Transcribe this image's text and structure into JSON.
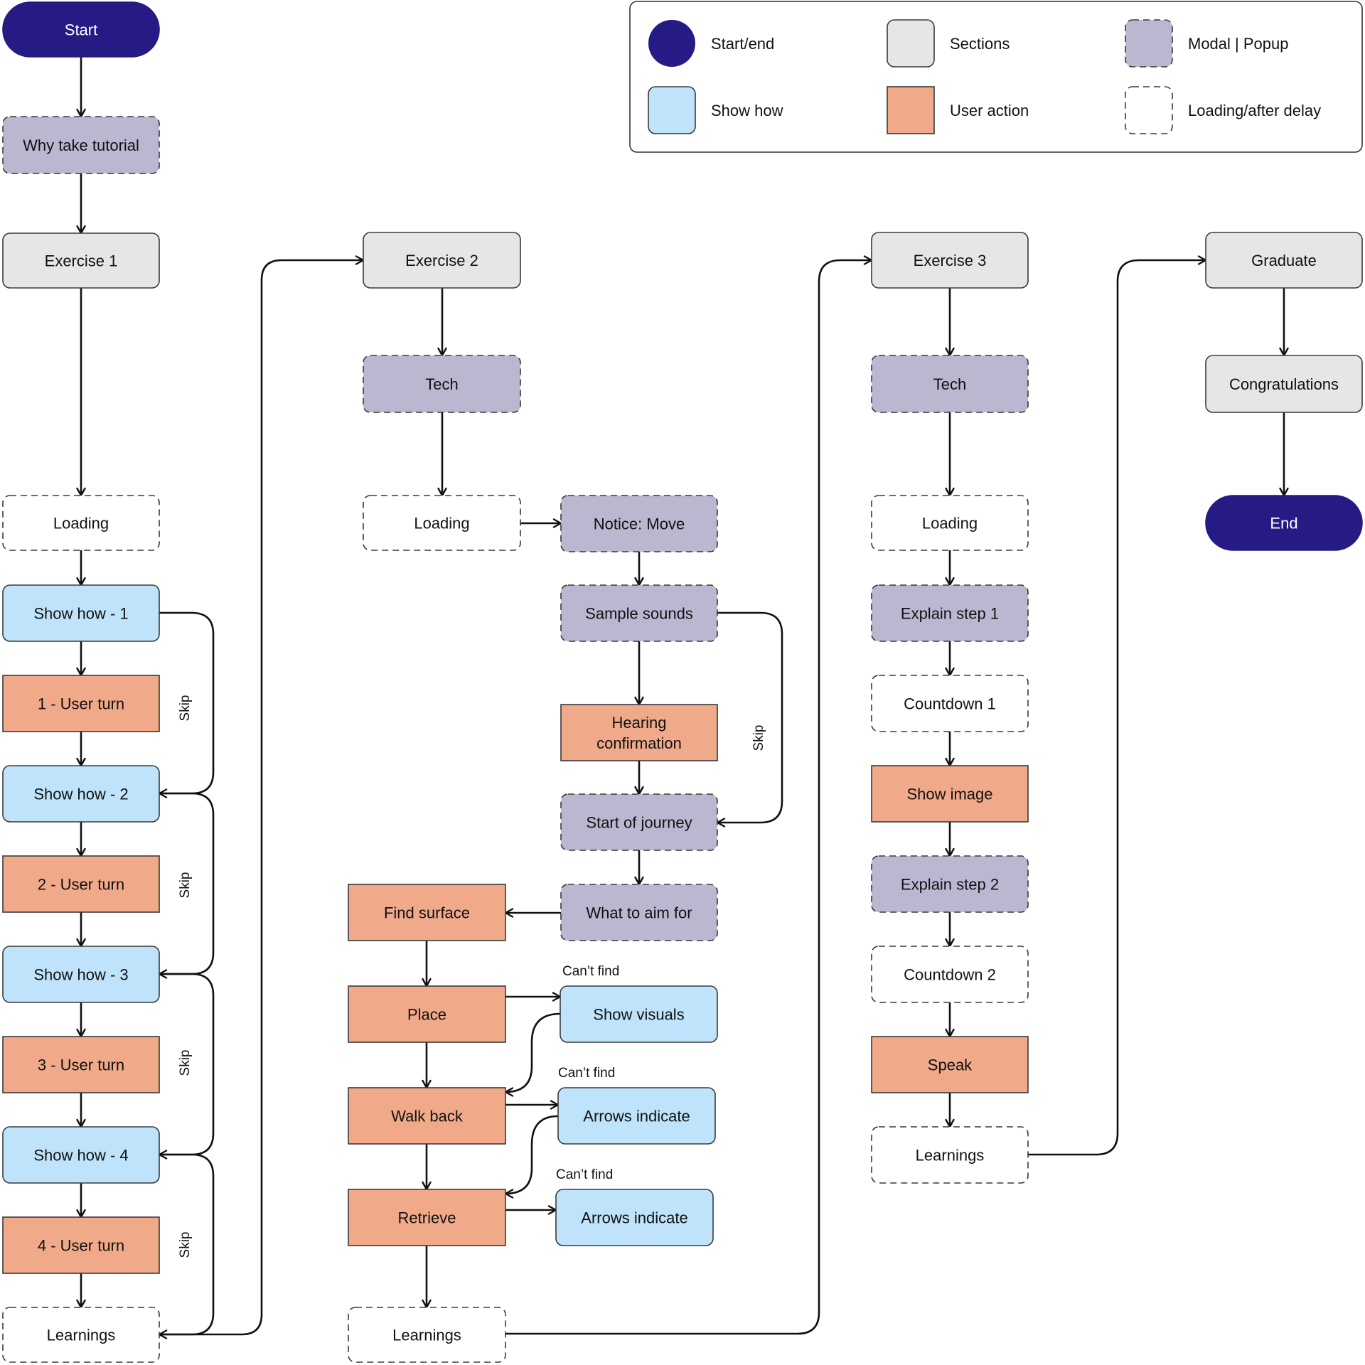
{
  "legend": {
    "colors": {
      "startend": "#261a85",
      "section": "#e6e6e6",
      "modal": "#bbb7d1",
      "showhow": "#bee3fa",
      "useraction": "#f0a989",
      "loading": "#ffffff"
    },
    "items": [
      {
        "id": "startend",
        "label": "Start/end"
      },
      {
        "id": "section",
        "label": "Sections"
      },
      {
        "id": "modal",
        "label": "Modal | Popup"
      },
      {
        "id": "showhow",
        "label": "Show how"
      },
      {
        "id": "useraction",
        "label": "User action"
      },
      {
        "id": "loading",
        "label": "Loading/after delay"
      }
    ]
  },
  "nodes": [
    {
      "id": "start",
      "type": "startend",
      "lines": [
        "Start"
      ]
    },
    {
      "id": "why",
      "type": "modal",
      "lines": [
        "Why take tutorial"
      ]
    },
    {
      "id": "ex1",
      "type": "section",
      "lines": [
        "Exercise 1"
      ]
    },
    {
      "id": "load1",
      "type": "loading",
      "lines": [
        "Loading"
      ]
    },
    {
      "id": "sh1",
      "type": "showhow",
      "lines": [
        "Show how - 1"
      ]
    },
    {
      "id": "ut1",
      "type": "useraction",
      "lines": [
        "1 - User turn"
      ]
    },
    {
      "id": "sh2",
      "type": "showhow",
      "lines": [
        "Show how - 2"
      ]
    },
    {
      "id": "ut2",
      "type": "useraction",
      "lines": [
        "2 - User turn"
      ]
    },
    {
      "id": "sh3",
      "type": "showhow",
      "lines": [
        "Show how - 3"
      ]
    },
    {
      "id": "ut3",
      "type": "useraction",
      "lines": [
        "3 - User turn"
      ]
    },
    {
      "id": "sh4",
      "type": "showhow",
      "lines": [
        "Show how - 4"
      ]
    },
    {
      "id": "ut4",
      "type": "useraction",
      "lines": [
        "4 - User turn"
      ]
    },
    {
      "id": "learn1",
      "type": "loading",
      "lines": [
        "Learnings"
      ]
    },
    {
      "id": "ex2",
      "type": "section",
      "lines": [
        "Exercise 2"
      ]
    },
    {
      "id": "tech2",
      "type": "modal",
      "lines": [
        "Tech"
      ]
    },
    {
      "id": "load2",
      "type": "loading",
      "lines": [
        "Loading"
      ]
    },
    {
      "id": "notice",
      "type": "modal",
      "lines": [
        "Notice: Move"
      ]
    },
    {
      "id": "sample",
      "type": "modal",
      "lines": [
        "Sample sounds"
      ]
    },
    {
      "id": "hearing",
      "type": "useraction",
      "lines": [
        "Hearing",
        "confirmation"
      ]
    },
    {
      "id": "journey",
      "type": "modal",
      "lines": [
        "Start of journey"
      ]
    },
    {
      "id": "aim",
      "type": "modal",
      "lines": [
        "What to aim for"
      ]
    },
    {
      "id": "surface",
      "type": "useraction",
      "lines": [
        "Find surface"
      ]
    },
    {
      "id": "place",
      "type": "useraction",
      "lines": [
        "Place"
      ]
    },
    {
      "id": "visuals",
      "type": "showhow",
      "lines": [
        "Show visuals"
      ]
    },
    {
      "id": "walk",
      "type": "useraction",
      "lines": [
        "Walk back"
      ]
    },
    {
      "id": "arrows1",
      "type": "showhow",
      "lines": [
        "Arrows indicate"
      ]
    },
    {
      "id": "retrieve",
      "type": "useraction",
      "lines": [
        "Retrieve"
      ]
    },
    {
      "id": "arrows2",
      "type": "showhow",
      "lines": [
        "Arrows indicate"
      ]
    },
    {
      "id": "learn2",
      "type": "loading",
      "lines": [
        "Learnings"
      ]
    },
    {
      "id": "ex3",
      "type": "section",
      "lines": [
        "Exercise 3"
      ]
    },
    {
      "id": "tech3",
      "type": "modal",
      "lines": [
        "Tech"
      ]
    },
    {
      "id": "load3",
      "type": "loading",
      "lines": [
        "Loading"
      ]
    },
    {
      "id": "exp1",
      "type": "modal",
      "lines": [
        "Explain step 1"
      ]
    },
    {
      "id": "cd1",
      "type": "loading",
      "lines": [
        "Countdown 1"
      ]
    },
    {
      "id": "image",
      "type": "useraction",
      "lines": [
        "Show image"
      ]
    },
    {
      "id": "exp2",
      "type": "modal",
      "lines": [
        "Explain step 2"
      ]
    },
    {
      "id": "cd2",
      "type": "loading",
      "lines": [
        "Countdown 2"
      ]
    },
    {
      "id": "speak",
      "type": "useraction",
      "lines": [
        "Speak"
      ]
    },
    {
      "id": "learn3",
      "type": "loading",
      "lines": [
        "Learnings"
      ]
    },
    {
      "id": "grad",
      "type": "section",
      "lines": [
        "Graduate"
      ]
    },
    {
      "id": "congrats",
      "type": "section",
      "lines": [
        "Congratulations"
      ]
    },
    {
      "id": "end",
      "type": "startend",
      "lines": [
        "End"
      ]
    }
  ],
  "edges": [
    {
      "from": "start",
      "to": "why",
      "label": ""
    },
    {
      "from": "why",
      "to": "ex1",
      "label": ""
    },
    {
      "from": "ex1",
      "to": "load1",
      "label": ""
    },
    {
      "from": "load1",
      "to": "sh1",
      "label": ""
    },
    {
      "from": "sh1",
      "to": "ut1",
      "label": ""
    },
    {
      "from": "ut1",
      "to": "sh2",
      "label": ""
    },
    {
      "from": "sh2",
      "to": "ut2",
      "label": ""
    },
    {
      "from": "ut2",
      "to": "sh3",
      "label": ""
    },
    {
      "from": "sh3",
      "to": "ut3",
      "label": ""
    },
    {
      "from": "ut3",
      "to": "sh4",
      "label": ""
    },
    {
      "from": "sh4",
      "to": "ut4",
      "label": ""
    },
    {
      "from": "ut4",
      "to": "learn1",
      "label": ""
    },
    {
      "from": "sh1",
      "to": "sh2",
      "label": "Skip"
    },
    {
      "from": "sh2",
      "to": "sh3",
      "label": "Skip"
    },
    {
      "from": "sh3",
      "to": "sh4",
      "label": "Skip"
    },
    {
      "from": "sh4",
      "to": "learn1",
      "label": "Skip"
    },
    {
      "from": "learn1",
      "to": "ex2",
      "label": ""
    },
    {
      "from": "ex2",
      "to": "tech2",
      "label": ""
    },
    {
      "from": "tech2",
      "to": "load2",
      "label": ""
    },
    {
      "from": "load2",
      "to": "notice",
      "label": ""
    },
    {
      "from": "notice",
      "to": "sample",
      "label": ""
    },
    {
      "from": "sample",
      "to": "hearing",
      "label": ""
    },
    {
      "from": "hearing",
      "to": "journey",
      "label": ""
    },
    {
      "from": "sample",
      "to": "journey",
      "label": "Skip"
    },
    {
      "from": "journey",
      "to": "aim",
      "label": ""
    },
    {
      "from": "aim",
      "to": "surface",
      "label": ""
    },
    {
      "from": "surface",
      "to": "place",
      "label": ""
    },
    {
      "from": "place",
      "to": "visuals",
      "label": "Can’t find"
    },
    {
      "from": "visuals",
      "to": "walk",
      "label": ""
    },
    {
      "from": "place",
      "to": "walk",
      "label": ""
    },
    {
      "from": "walk",
      "to": "arrows1",
      "label": "Can’t find"
    },
    {
      "from": "arrows1",
      "to": "retrieve",
      "label": ""
    },
    {
      "from": "walk",
      "to": "retrieve",
      "label": ""
    },
    {
      "from": "retrieve",
      "to": "arrows2",
      "label": "Can’t find"
    },
    {
      "from": "retrieve",
      "to": "learn2",
      "label": ""
    },
    {
      "from": "learn2",
      "to": "ex3",
      "label": ""
    },
    {
      "from": "ex3",
      "to": "tech3",
      "label": ""
    },
    {
      "from": "tech3",
      "to": "load3",
      "label": ""
    },
    {
      "from": "load3",
      "to": "exp1",
      "label": ""
    },
    {
      "from": "exp1",
      "to": "cd1",
      "label": ""
    },
    {
      "from": "cd1",
      "to": "image",
      "label": ""
    },
    {
      "from": "image",
      "to": "exp2",
      "label": ""
    },
    {
      "from": "exp2",
      "to": "cd2",
      "label": ""
    },
    {
      "from": "cd2",
      "to": "speak",
      "label": ""
    },
    {
      "from": "speak",
      "to": "learn3",
      "label": ""
    },
    {
      "from": "learn3",
      "to": "grad",
      "label": ""
    },
    {
      "from": "grad",
      "to": "congrats",
      "label": ""
    },
    {
      "from": "congrats",
      "to": "end",
      "label": ""
    }
  ]
}
